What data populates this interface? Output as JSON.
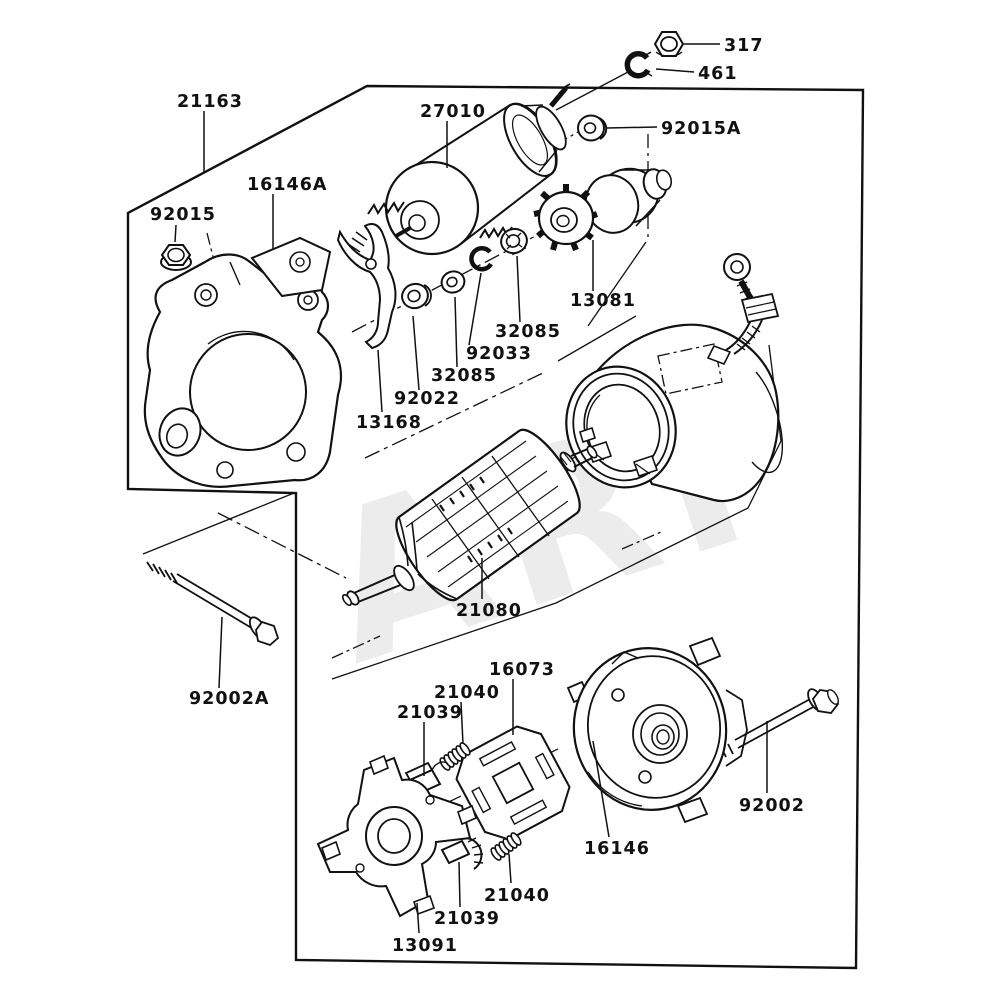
{
  "diagram": {
    "title": "starter-motor-exploded-parts-diagram",
    "watermark": "ARI",
    "colors": {
      "background": "#ffffff",
      "line": "#111111",
      "watermark": "#ececec"
    },
    "callouts": [
      {
        "id": "317",
        "label": "317"
      },
      {
        "id": "461",
        "label": "461"
      },
      {
        "id": "92015A",
        "label": "92015A"
      },
      {
        "id": "27010",
        "label": "27010"
      },
      {
        "id": "21163",
        "label": "21163"
      },
      {
        "id": "16146A",
        "label": "16146A"
      },
      {
        "id": "92015",
        "label": "92015"
      },
      {
        "id": "13081",
        "label": "13081"
      },
      {
        "id": "32085-upper",
        "label": "32085"
      },
      {
        "id": "92033",
        "label": "92033"
      },
      {
        "id": "32085-lower",
        "label": "32085"
      },
      {
        "id": "92022",
        "label": "92022"
      },
      {
        "id": "13168",
        "label": "13168"
      },
      {
        "id": "21080",
        "label": "21080"
      },
      {
        "id": "92002A",
        "label": "92002A"
      },
      {
        "id": "16073",
        "label": "16073"
      },
      {
        "id": "21040-upper",
        "label": "21040"
      },
      {
        "id": "21039-upper",
        "label": "21039"
      },
      {
        "id": "16146",
        "label": "16146"
      },
      {
        "id": "92002",
        "label": "92002"
      },
      {
        "id": "21040-lower",
        "label": "21040"
      },
      {
        "id": "21039-lower",
        "label": "21039"
      },
      {
        "id": "13091",
        "label": "13091"
      }
    ]
  }
}
